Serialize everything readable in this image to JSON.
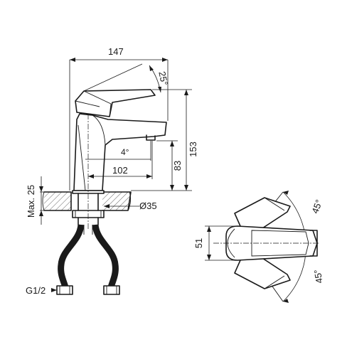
{
  "dimensions": {
    "overall_width": "147",
    "lever_angle": "25°",
    "overall_height": "153",
    "spout_angle": "4°",
    "spout_reach": "102",
    "spout_height": "83",
    "hole_diameter": "Ø35",
    "max_deck": "Max. 25",
    "hose_thread": "G1/2",
    "body_depth": "51",
    "rotation_left": "45°",
    "rotation_right": "45°"
  }
}
